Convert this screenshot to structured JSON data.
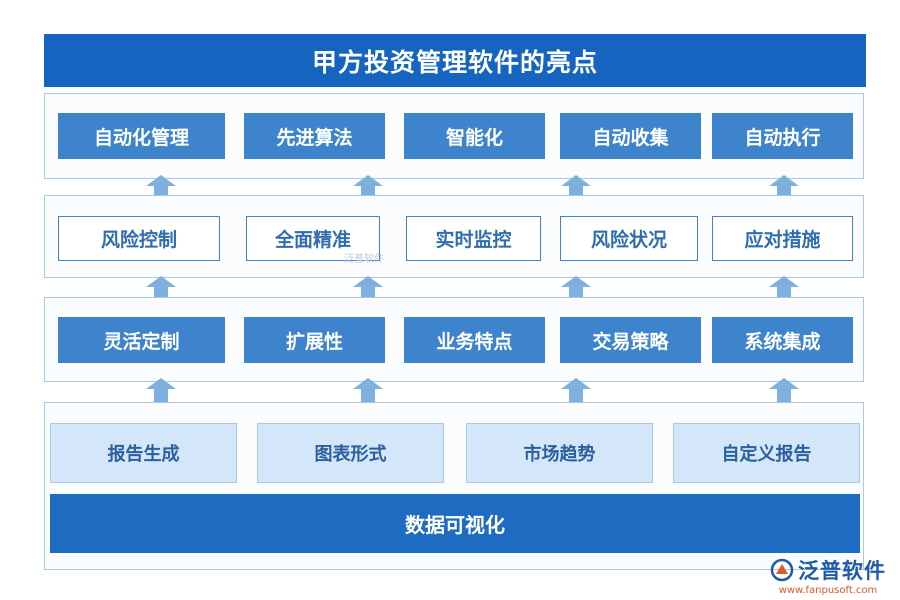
{
  "title": "甲方投资管理软件的亮点",
  "layer1": [
    "自动化管理",
    "先进算法",
    "智能化",
    "自动收集",
    "自动执行"
  ],
  "layer2": [
    "风险控制",
    "全面精准",
    "实时监控",
    "风险状况",
    "应对措施"
  ],
  "layer3": [
    "灵活定制",
    "扩展性",
    "业务特点",
    "交易策略",
    "系统集成"
  ],
  "layer4": [
    "报告生成",
    "图表形式",
    "市场趋势",
    "自定义报告"
  ],
  "base": "数据可视化",
  "watermark": "泛普软件",
  "brand": {
    "name": "泛普软件",
    "url": "www.fanpusoft.com"
  },
  "colors": {
    "primary": "#1565c0",
    "box": "#3d84cd",
    "light": "#d3e6fa",
    "arrow": "#7fb0dd"
  }
}
